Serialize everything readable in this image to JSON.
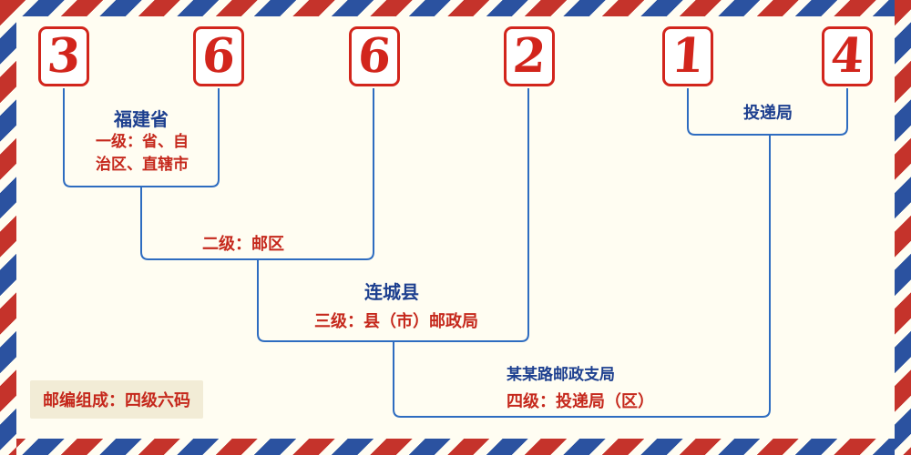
{
  "postal_code": {
    "digits": [
      "3",
      "6",
      "6",
      "2",
      "1",
      "4"
    ]
  },
  "labels": {
    "province_name": "福建省",
    "level1": "一级：省、自治区、直辖市",
    "level2": "二级：邮区",
    "county_name": "连城县",
    "level3": "三级：县（市）邮政局",
    "delivery_office": "投递局",
    "branch_name": "某某路邮政支局",
    "level4": "四级：投递局（区）",
    "footer_note": "邮编组成：四级六码"
  },
  "colors": {
    "digit_red": "#d2251c",
    "red_text": "#c5281c",
    "navy_text": "#1d3f8f",
    "line_blue": "#2e6cc0",
    "background": "#fffdf2",
    "border_red": "#c5332b",
    "border_blue": "#2b52a0"
  }
}
